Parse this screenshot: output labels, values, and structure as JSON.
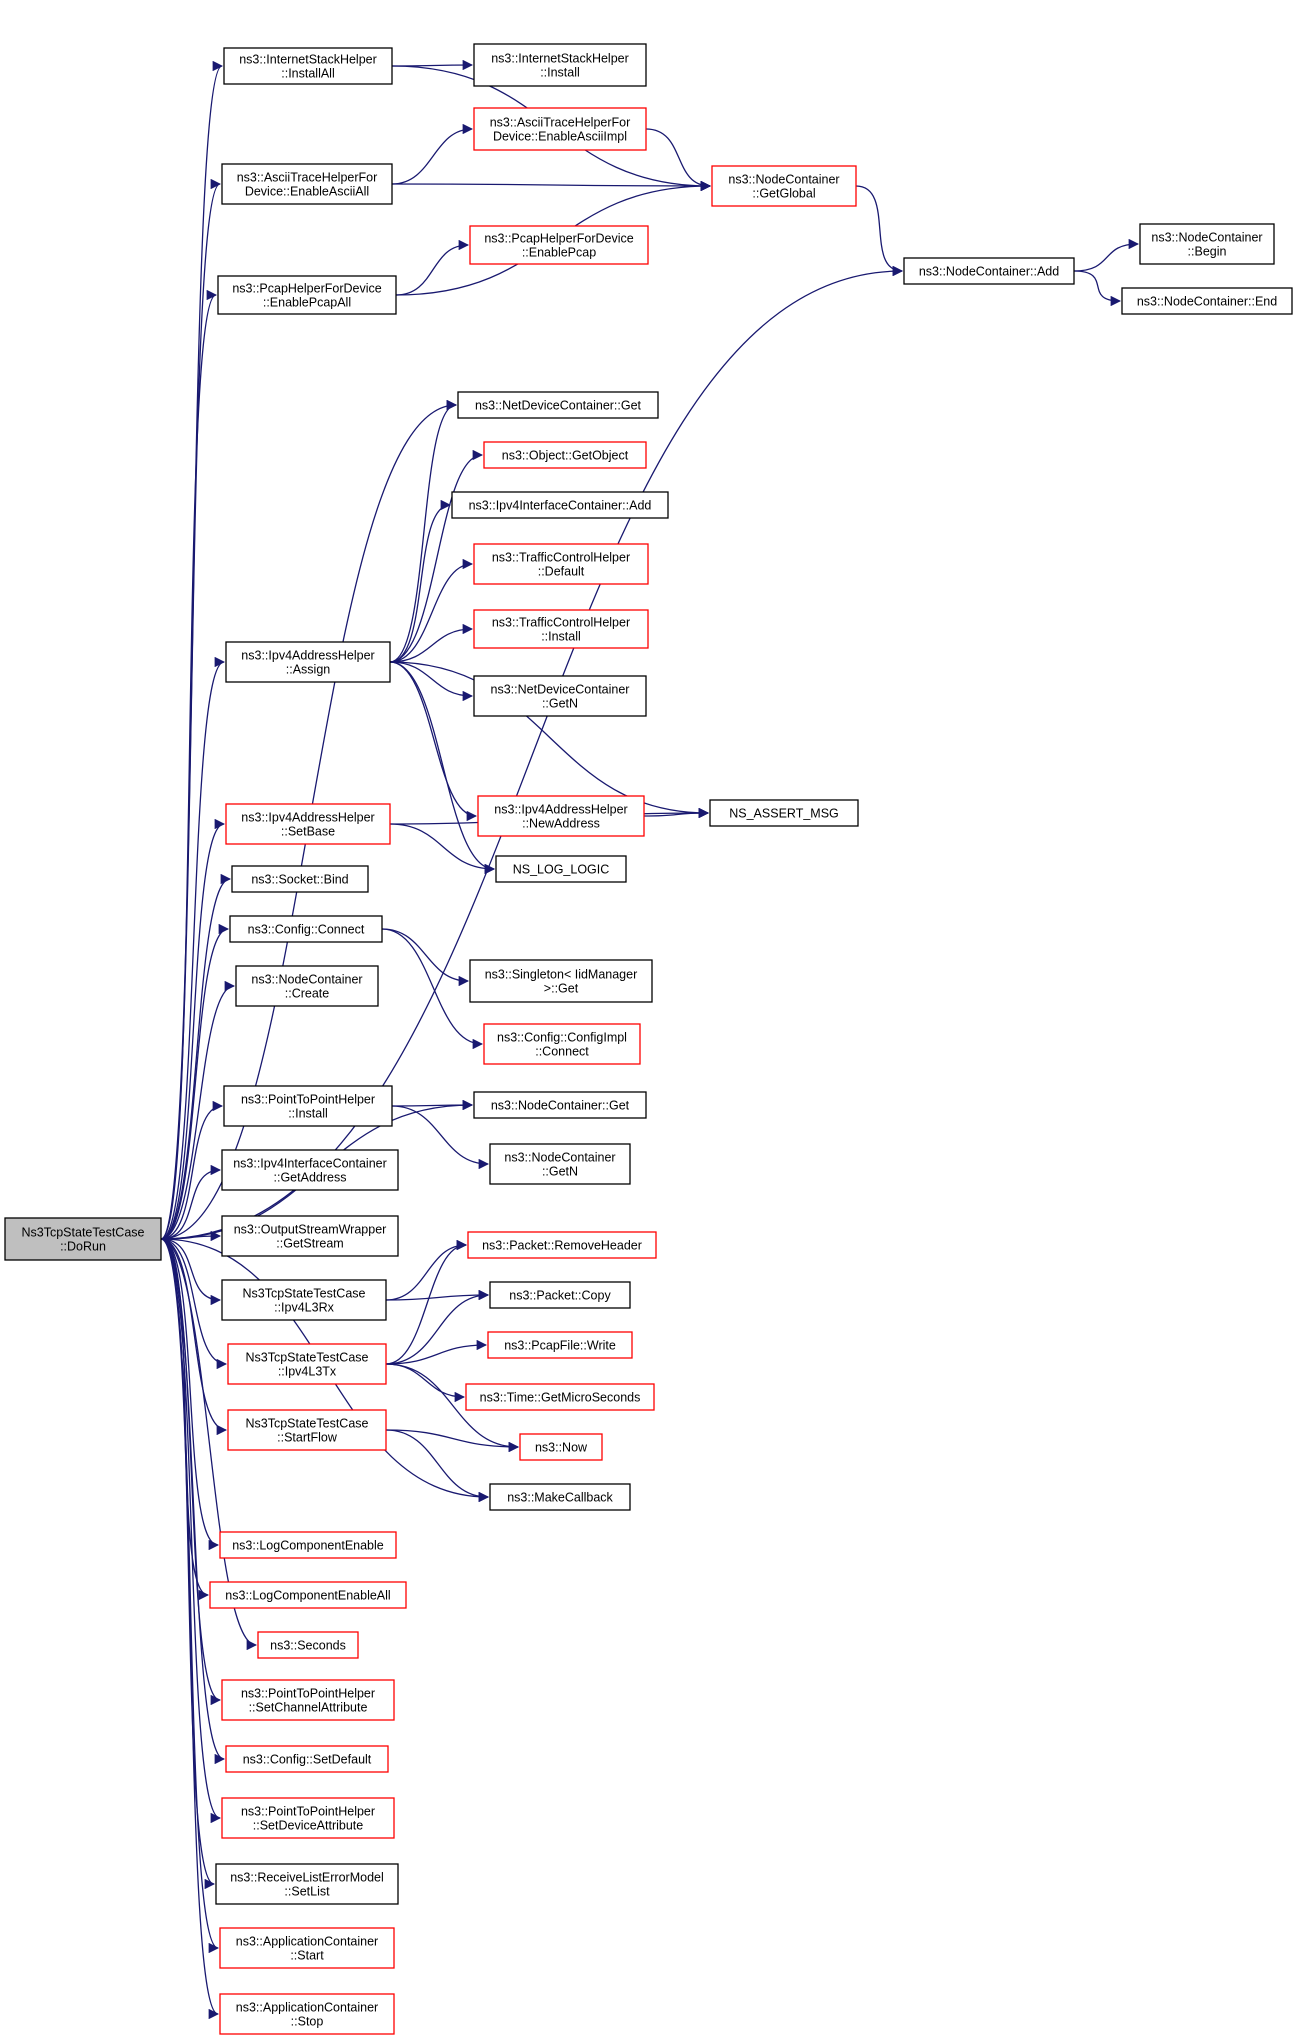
{
  "colors": {
    "edge": "#191970",
    "border_normal": "#000000",
    "border_truncated": "#ff0000",
    "root_fill": "#bfbfbf"
  },
  "nodes": [
    {
      "id": "root",
      "lines": [
        "Ns3TcpStateTestCase",
        "::DoRun"
      ],
      "style": "root"
    },
    {
      "id": "ish_installall",
      "lines": [
        "ns3::InternetStackHelper",
        "::InstallAll"
      ],
      "style": "normal"
    },
    {
      "id": "ish_install",
      "lines": [
        "ns3::InternetStackHelper",
        "::Install"
      ],
      "style": "normal"
    },
    {
      "id": "ascii_enableall",
      "lines": [
        "ns3::AsciiTraceHelperFor",
        "Device::EnableAsciiAll"
      ],
      "style": "normal"
    },
    {
      "id": "ascii_impl",
      "lines": [
        "ns3::AsciiTraceHelperFor",
        "Device::EnableAsciiImpl"
      ],
      "style": "red"
    },
    {
      "id": "nc_getglobal",
      "lines": [
        "ns3::NodeContainer",
        "::GetGlobal"
      ],
      "style": "red"
    },
    {
      "id": "pcap_enableall",
      "lines": [
        "ns3::PcapHelperForDevice",
        "::EnablePcapAll"
      ],
      "style": "normal"
    },
    {
      "id": "pcap_enable",
      "lines": [
        "ns3::PcapHelperForDevice",
        "::EnablePcap"
      ],
      "style": "red"
    },
    {
      "id": "nc_add",
      "lines": [
        "ns3::NodeContainer::Add"
      ],
      "style": "normal"
    },
    {
      "id": "nc_begin",
      "lines": [
        "ns3::NodeContainer",
        "::Begin"
      ],
      "style": "normal"
    },
    {
      "id": "nc_end",
      "lines": [
        "ns3::NodeContainer::End"
      ],
      "style": "normal"
    },
    {
      "id": "ndc_get",
      "lines": [
        "ns3::NetDeviceContainer::Get"
      ],
      "style": "normal"
    },
    {
      "id": "obj_getobject",
      "lines": [
        "ns3::Object::GetObject"
      ],
      "style": "red"
    },
    {
      "id": "iic_add",
      "lines": [
        "ns3::Ipv4InterfaceContainer::Add"
      ],
      "style": "normal"
    },
    {
      "id": "tch_default",
      "lines": [
        "ns3::TrafficControlHelper",
        "::Default"
      ],
      "style": "red"
    },
    {
      "id": "tch_install",
      "lines": [
        "ns3::TrafficControlHelper",
        "::Install"
      ],
      "style": "red"
    },
    {
      "id": "iah_assign",
      "lines": [
        "ns3::Ipv4AddressHelper",
        "::Assign"
      ],
      "style": "normal"
    },
    {
      "id": "ndc_getn",
      "lines": [
        "ns3::NetDeviceContainer",
        "::GetN"
      ],
      "style": "normal"
    },
    {
      "id": "iah_newaddress",
      "lines": [
        "ns3::Ipv4AddressHelper",
        "::NewAddress"
      ],
      "style": "red"
    },
    {
      "id": "ns_assert_msg",
      "lines": [
        "NS_ASSERT_MSG"
      ],
      "style": "normal"
    },
    {
      "id": "iah_setbase",
      "lines": [
        "ns3::Ipv4AddressHelper",
        "::SetBase"
      ],
      "style": "red"
    },
    {
      "id": "ns_log_logic",
      "lines": [
        "NS_LOG_LOGIC"
      ],
      "style": "normal"
    },
    {
      "id": "socket_bind",
      "lines": [
        "ns3::Socket::Bind"
      ],
      "style": "normal"
    },
    {
      "id": "config_connect",
      "lines": [
        "ns3::Config::Connect"
      ],
      "style": "normal"
    },
    {
      "id": "singleton_get",
      "lines": [
        "ns3::Singleton< IidManager",
        ">::Get"
      ],
      "style": "normal"
    },
    {
      "id": "configimpl_connect",
      "lines": [
        "ns3::Config::ConfigImpl",
        "::Connect"
      ],
      "style": "red"
    },
    {
      "id": "nc_create",
      "lines": [
        "ns3::NodeContainer",
        "::Create"
      ],
      "style": "normal"
    },
    {
      "id": "p2p_install",
      "lines": [
        "ns3::PointToPointHelper",
        "::Install"
      ],
      "style": "normal"
    },
    {
      "id": "nc_get",
      "lines": [
        "ns3::NodeContainer::Get"
      ],
      "style": "normal"
    },
    {
      "id": "nc_getn",
      "lines": [
        "ns3::NodeContainer",
        "::GetN"
      ],
      "style": "normal"
    },
    {
      "id": "iic_getaddress",
      "lines": [
        "ns3::Ipv4InterfaceContainer",
        "::GetAddress"
      ],
      "style": "normal"
    },
    {
      "id": "osw_getstream",
      "lines": [
        "ns3::OutputStreamWrapper",
        "::GetStream"
      ],
      "style": "normal"
    },
    {
      "id": "pkt_removeheader",
      "lines": [
        "ns3::Packet::RemoveHeader"
      ],
      "style": "red"
    },
    {
      "id": "tst_ipv4l3rx",
      "lines": [
        "Ns3TcpStateTestCase",
        "::Ipv4L3Rx"
      ],
      "style": "normal"
    },
    {
      "id": "pkt_copy",
      "lines": [
        "ns3::Packet::Copy"
      ],
      "style": "normal"
    },
    {
      "id": "pcapfile_write",
      "lines": [
        "ns3::PcapFile::Write"
      ],
      "style": "red"
    },
    {
      "id": "tst_ipv4l3tx",
      "lines": [
        "Ns3TcpStateTestCase",
        "::Ipv4L3Tx"
      ],
      "style": "red"
    },
    {
      "id": "time_getmicro",
      "lines": [
        "ns3::Time::GetMicroSeconds"
      ],
      "style": "red"
    },
    {
      "id": "tst_startflow",
      "lines": [
        "Ns3TcpStateTestCase",
        "::StartFlow"
      ],
      "style": "red"
    },
    {
      "id": "ns3_now",
      "lines": [
        "ns3::Now"
      ],
      "style": "red"
    },
    {
      "id": "makecallback",
      "lines": [
        "ns3::MakeCallback"
      ],
      "style": "normal"
    },
    {
      "id": "log_enable",
      "lines": [
        "ns3::LogComponentEnable"
      ],
      "style": "red"
    },
    {
      "id": "log_enableall",
      "lines": [
        "ns3::LogComponentEnableAll"
      ],
      "style": "red"
    },
    {
      "id": "seconds",
      "lines": [
        "ns3::Seconds"
      ],
      "style": "red"
    },
    {
      "id": "p2p_setchannel",
      "lines": [
        "ns3::PointToPointHelper",
        "::SetChannelAttribute"
      ],
      "style": "red"
    },
    {
      "id": "config_setdefault",
      "lines": [
        "ns3::Config::SetDefault"
      ],
      "style": "red"
    },
    {
      "id": "p2p_setdevice",
      "lines": [
        "ns3::PointToPointHelper",
        "::SetDeviceAttribute"
      ],
      "style": "red"
    },
    {
      "id": "rlem_setlist",
      "lines": [
        "ns3::ReceiveListErrorModel",
        "::SetList"
      ],
      "style": "normal"
    },
    {
      "id": "ac_start",
      "lines": [
        "ns3::ApplicationContainer",
        "::Start"
      ],
      "style": "red"
    },
    {
      "id": "ac_stop",
      "lines": [
        "ns3::ApplicationContainer",
        "::Stop"
      ],
      "style": "red"
    }
  ],
  "edges": [
    [
      "root",
      "ish_installall"
    ],
    [
      "root",
      "ascii_enableall"
    ],
    [
      "root",
      "pcap_enableall"
    ],
    [
      "root",
      "nc_add"
    ],
    [
      "root",
      "ndc_get"
    ],
    [
      "root",
      "iah_assign"
    ],
    [
      "root",
      "iah_setbase"
    ],
    [
      "root",
      "socket_bind"
    ],
    [
      "root",
      "config_connect"
    ],
    [
      "root",
      "nc_create"
    ],
    [
      "root",
      "nc_get"
    ],
    [
      "root",
      "p2p_install"
    ],
    [
      "root",
      "iic_getaddress"
    ],
    [
      "root",
      "osw_getstream"
    ],
    [
      "root",
      "tst_ipv4l3rx"
    ],
    [
      "root",
      "tst_ipv4l3tx"
    ],
    [
      "root",
      "tst_startflow"
    ],
    [
      "root",
      "makecallback"
    ],
    [
      "root",
      "log_enable"
    ],
    [
      "root",
      "log_enableall"
    ],
    [
      "root",
      "seconds"
    ],
    [
      "root",
      "p2p_setchannel"
    ],
    [
      "root",
      "config_setdefault"
    ],
    [
      "root",
      "p2p_setdevice"
    ],
    [
      "root",
      "rlem_setlist"
    ],
    [
      "root",
      "ac_start"
    ],
    [
      "root",
      "ac_stop"
    ],
    [
      "ish_installall",
      "ish_install"
    ],
    [
      "ish_installall",
      "nc_getglobal"
    ],
    [
      "ascii_enableall",
      "ascii_impl"
    ],
    [
      "ascii_enableall",
      "nc_getglobal"
    ],
    [
      "ascii_impl",
      "nc_getglobal"
    ],
    [
      "pcap_enableall",
      "pcap_enable"
    ],
    [
      "pcap_enableall",
      "nc_getglobal"
    ],
    [
      "nc_getglobal",
      "nc_add"
    ],
    [
      "nc_add",
      "nc_begin"
    ],
    [
      "nc_add",
      "nc_end"
    ],
    [
      "iah_assign",
      "ndc_get"
    ],
    [
      "iah_assign",
      "obj_getobject"
    ],
    [
      "iah_assign",
      "iic_add"
    ],
    [
      "iah_assign",
      "tch_default"
    ],
    [
      "iah_assign",
      "tch_install"
    ],
    [
      "iah_assign",
      "ndc_getn"
    ],
    [
      "iah_assign",
      "iah_newaddress"
    ],
    [
      "iah_assign",
      "ns_assert_msg"
    ],
    [
      "iah_assign",
      "ns_log_logic"
    ],
    [
      "iah_newaddress",
      "ns_assert_msg"
    ],
    [
      "iah_setbase",
      "ns_log_logic"
    ],
    [
      "iah_setbase",
      "ns_assert_msg"
    ],
    [
      "config_connect",
      "singleton_get"
    ],
    [
      "config_connect",
      "configimpl_connect"
    ],
    [
      "p2p_install",
      "nc_get"
    ],
    [
      "p2p_install",
      "nc_getn"
    ],
    [
      "tst_ipv4l3rx",
      "pkt_removeheader"
    ],
    [
      "tst_ipv4l3rx",
      "pkt_copy"
    ],
    [
      "tst_ipv4l3tx",
      "pkt_removeheader"
    ],
    [
      "tst_ipv4l3tx",
      "pkt_copy"
    ],
    [
      "tst_ipv4l3tx",
      "pcapfile_write"
    ],
    [
      "tst_ipv4l3tx",
      "time_getmicro"
    ],
    [
      "tst_ipv4l3tx",
      "ns3_now"
    ],
    [
      "tst_startflow",
      "ns3_now"
    ],
    [
      "tst_startflow",
      "makecallback"
    ]
  ]
}
